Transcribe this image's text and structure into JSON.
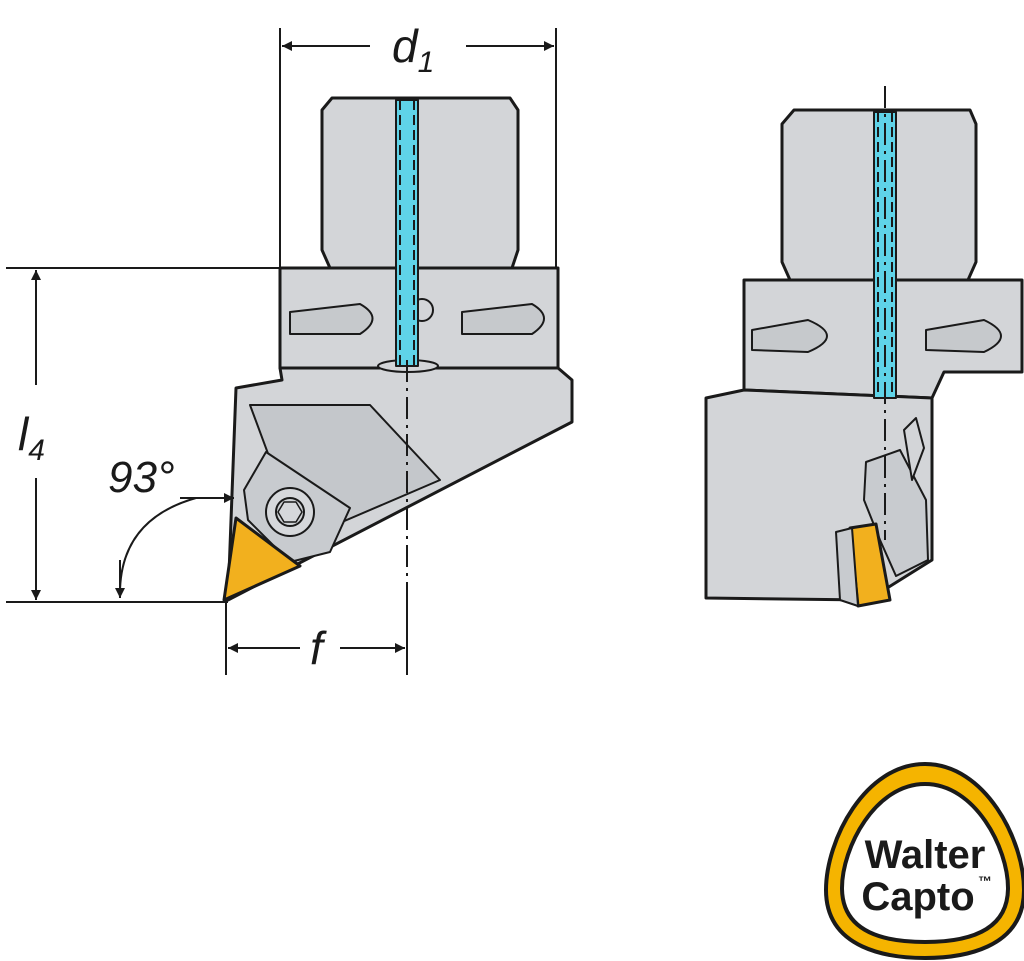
{
  "dimensions": {
    "d1": {
      "main": "d",
      "sub": "1"
    },
    "l4": {
      "main": "l",
      "sub": "4"
    },
    "f": "f",
    "angle": "93°"
  },
  "logo": {
    "line1": "Walter",
    "line2": "Capto",
    "trademark": "™"
  },
  "colors": {
    "body": "#d3d5d8",
    "body_dark": "#b9bcc0",
    "coolant": "#5fd3e8",
    "insert": "#f2b01e",
    "outline": "#1a1a1a",
    "logo_ring": "#f5b400"
  }
}
